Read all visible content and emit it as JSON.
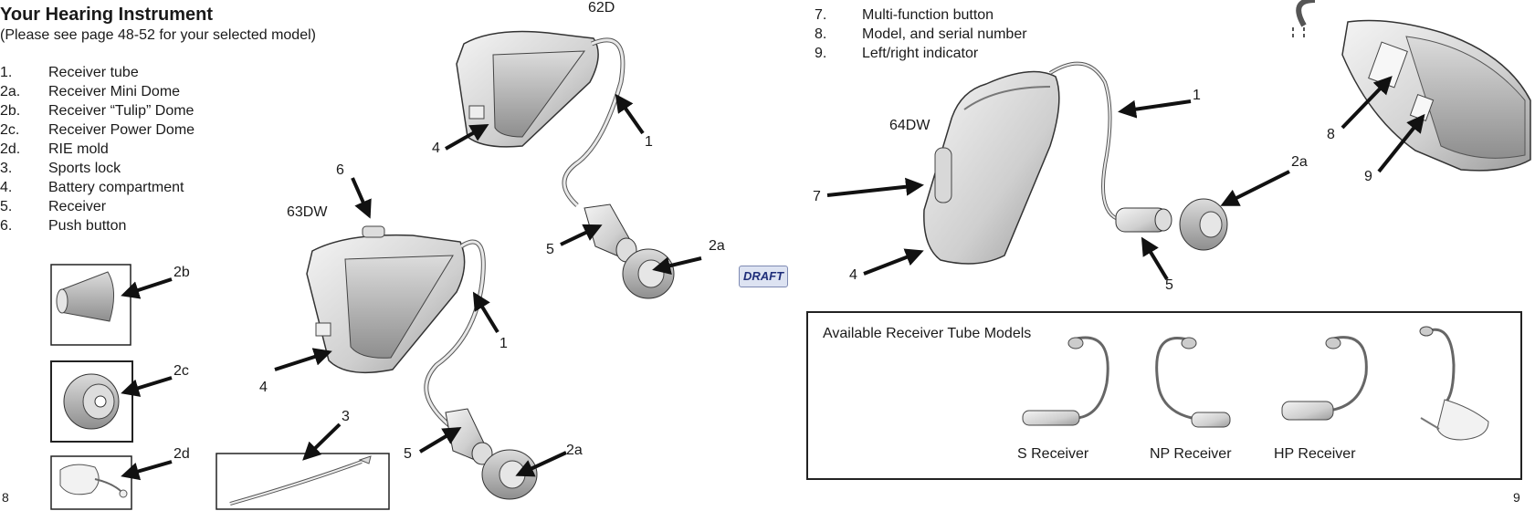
{
  "header": {
    "title": "Your Hearing Instrument",
    "subtitle": "(Please see page 48-52 for your selected model)"
  },
  "legend_left": [
    {
      "num": "1.",
      "label": "Receiver tube"
    },
    {
      "num": "2a.",
      "label": "Receiver Mini Dome"
    },
    {
      "num": "2b.",
      "label": "Receiver “Tulip” Dome"
    },
    {
      "num": "2c.",
      "label": "Receiver Power Dome"
    },
    {
      "num": "2d.",
      "label": "RIE mold"
    },
    {
      "num": "3.",
      "label": "Sports lock"
    },
    {
      "num": "4.",
      "label": "Battery compartment"
    },
    {
      "num": "5.",
      "label": "Receiver"
    },
    {
      "num": "6.",
      "label": "Push button"
    }
  ],
  "legend_right": [
    {
      "num": "7.",
      "label": "Multi-function button"
    },
    {
      "num": "8.",
      "label": "Model, and serial number"
    },
    {
      "num": "9.",
      "label": "Left/right indicator"
    }
  ],
  "models": {
    "m62": "62D",
    "m63": "63DW",
    "m64": "64DW"
  },
  "callouts": {
    "c1": "1",
    "c2a": "2a",
    "c2b": "2b",
    "c2c": "2c",
    "c2d": "2d",
    "c3": "3",
    "c4": "4",
    "c5": "5",
    "c6": "6",
    "c7": "7",
    "c8": "8",
    "c9": "9"
  },
  "receiver_box": {
    "title": "Available Receiver Tube Models",
    "s": "S Receiver",
    "np": "NP Receiver",
    "hp": "HP Receiver"
  },
  "draft_badge": "DRAFT",
  "pages": {
    "left": "8",
    "right": "9"
  }
}
